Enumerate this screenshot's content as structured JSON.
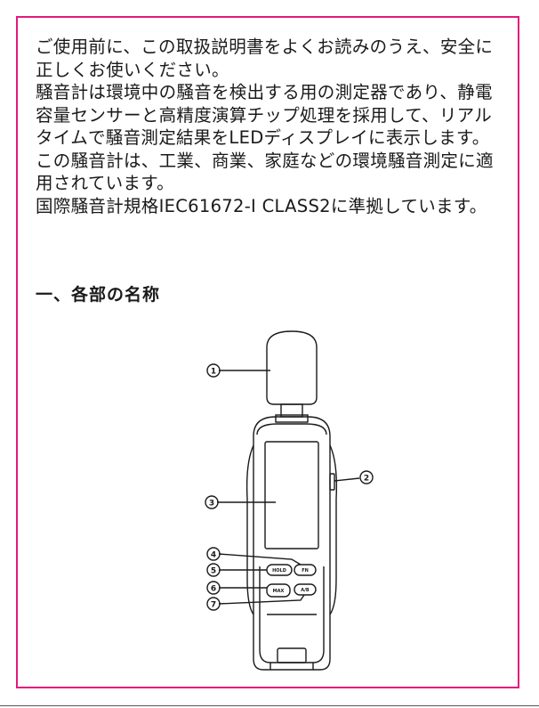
{
  "intro": {
    "line1": "ご使用前に、この取扱説明書をよくお読みのうえ、安全に正しくお使いください。",
    "line2": "騒音計は環境中の騒音を検出する用の測定器であり、静電容量センサーと高精度演算チップ処理を採用して、リアルタイムで騒音測定結果をLEDディスプレイに表示します。",
    "line3": "この騒音計は、工業、商業、家庭などの環境騒音測定に適用されています。",
    "line4": "国際騒音計規格IEC61672-I CLASS2に準拠しています。"
  },
  "section": {
    "heading": "一、各部の名称"
  },
  "diagram": {
    "callouts": [
      "1",
      "2",
      "3",
      "4",
      "5",
      "6",
      "7"
    ],
    "button_labels": {
      "hold": "HOLD",
      "fn": "FN",
      "max": "MAX",
      "ab": "A/B"
    }
  },
  "colors": {
    "border": "#e5197a",
    "text": "#1a1a1a"
  }
}
